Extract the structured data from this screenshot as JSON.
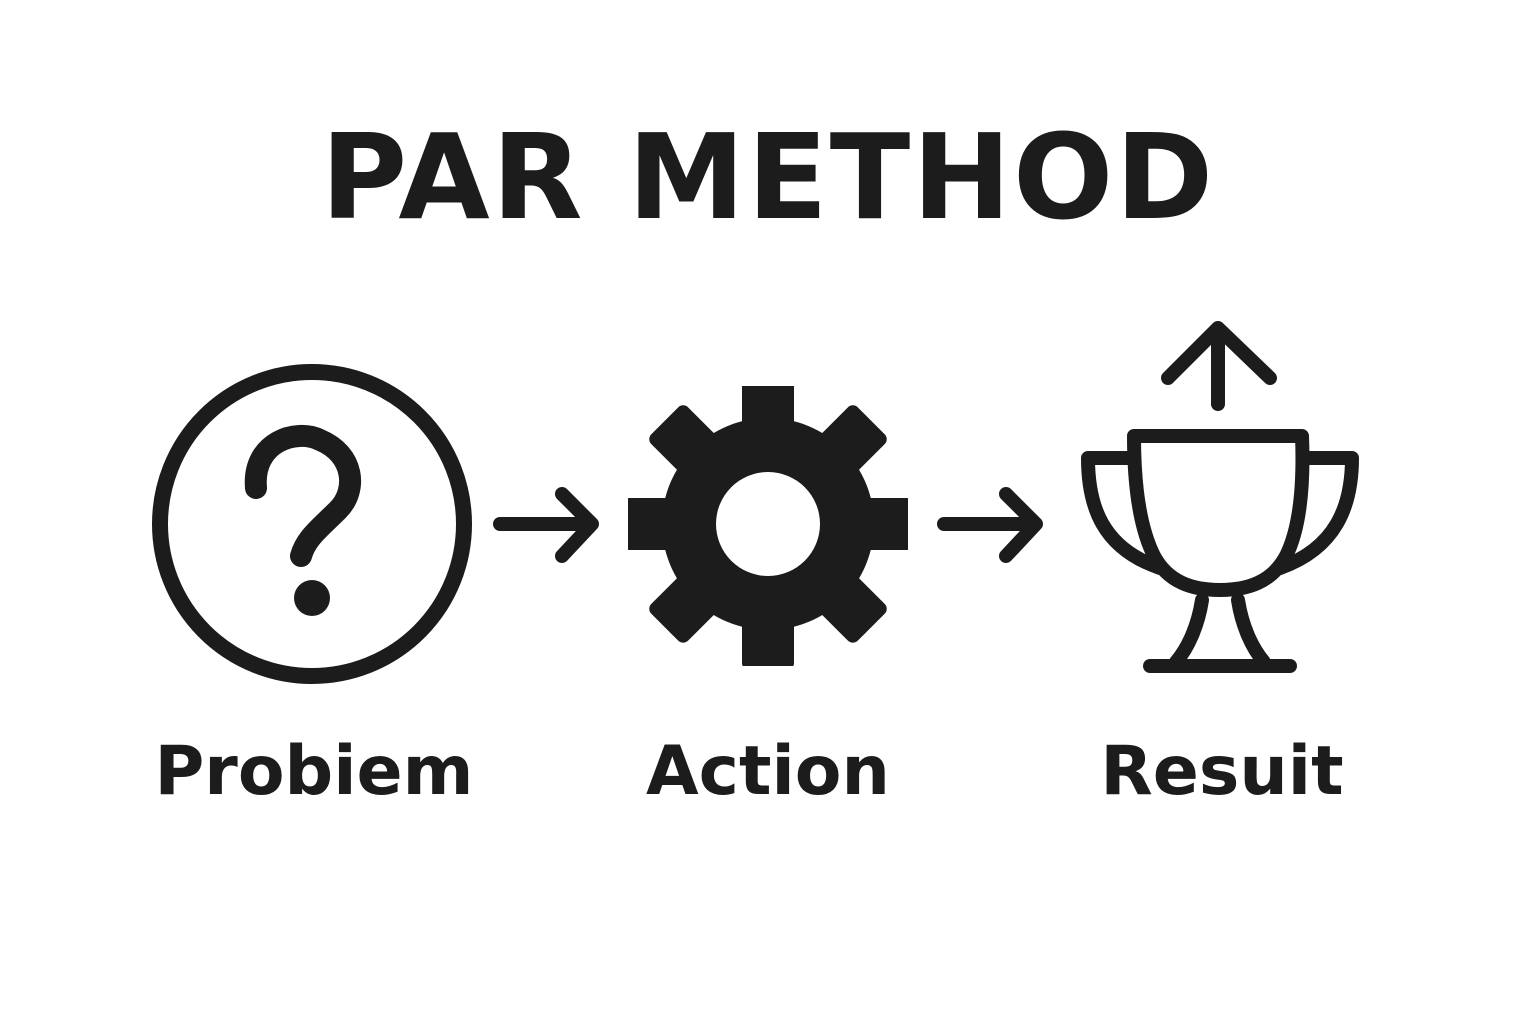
{
  "title": "PAR METHOD",
  "steps": [
    {
      "label": "Probiem",
      "icon": "question-mark-circle-icon"
    },
    {
      "label": "Action",
      "icon": "gear-icon"
    },
    {
      "label": "Resuit",
      "icon": "trophy-with-up-arrow-icon"
    }
  ],
  "connectors": [
    "arrow-right-icon",
    "arrow-right-icon"
  ],
  "colors": {
    "ink": "#1c1c1c",
    "background": "#ffffff"
  }
}
